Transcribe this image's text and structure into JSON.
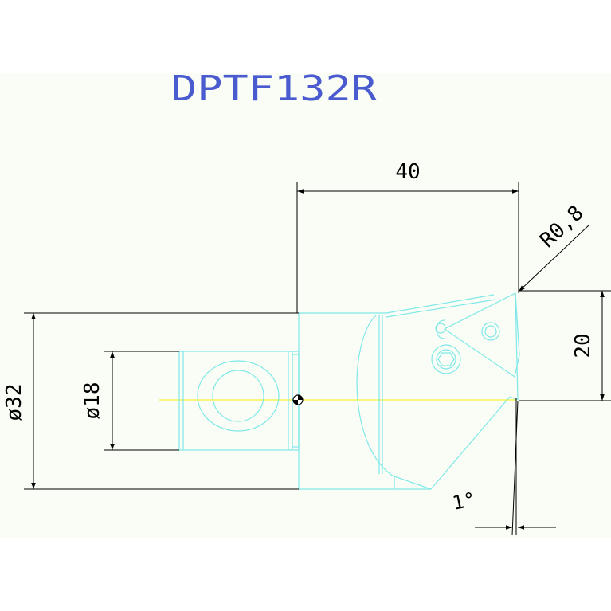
{
  "title": "DPTF132R",
  "dimensions": {
    "length": "40",
    "radius": "R0,8",
    "height": "20",
    "outer_diameter": "ø32",
    "inner_diameter": "ø18",
    "angle": "1°"
  },
  "colors": {
    "background": "#ffffff",
    "sheet": "#fafdf5",
    "title": "#4a5bd0",
    "outline": "#7fe8e8",
    "dimension": "#000000",
    "centerline": "#f0f000"
  }
}
